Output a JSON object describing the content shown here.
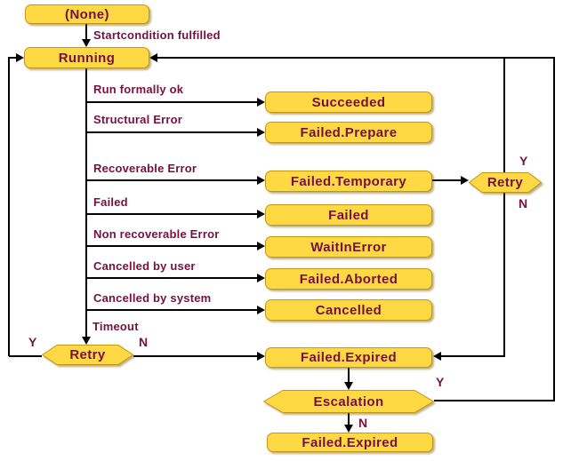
{
  "diagram": {
    "type": "state-flow-diagram",
    "colors": {
      "node_fill": "#FFD944",
      "node_border": "#C49512",
      "node_shadow": "rgba(122,96,10,0.5)",
      "text_maroon": "#76113E",
      "line": "#000000",
      "background": "#FFFFFF"
    },
    "nodes": {
      "none": "(None)",
      "running": "Running",
      "succeeded": "Succeeded",
      "failed_prepare": "Failed.Prepare",
      "failed_temporary": "Failed.Temporary",
      "failed": "Failed",
      "wait_in_error": "WaitInError",
      "failed_aborted": "Failed.Aborted",
      "cancelled": "Cancelled",
      "failed_expired": "Failed.Expired",
      "escalation": "Escalation",
      "failed_expired_final": "Failed.Expired",
      "retry": "Retry"
    },
    "edge_labels": {
      "startcondition": "Startcondition fulfilled",
      "run_formally_ok": "Run formally ok",
      "structural_error": "Structural Error",
      "recoverable_error": "Recoverable Error",
      "failed": "Failed",
      "non_recoverable_error": "Non recoverable Error",
      "cancelled_by_user": "Cancelled by user",
      "cancelled_by_system": "Cancelled by system",
      "timeout": "Timeout",
      "yes": "Y",
      "no": "N"
    }
  }
}
